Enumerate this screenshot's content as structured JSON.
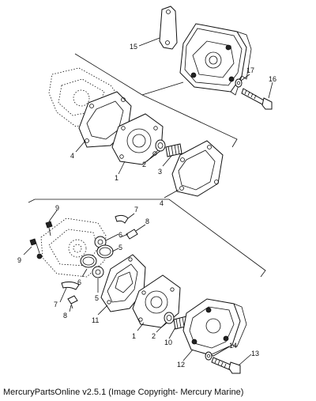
{
  "caption": "MercuryPartsOnline v2.5.1 (Image Copyright- Mercury Marine)",
  "callouts": {
    "c15": "15",
    "c17": "17",
    "c16": "16",
    "c4a": "4",
    "c1a": "1",
    "c2a": "2",
    "c3": "3",
    "c4b": "4",
    "c9a": "9",
    "c9b": "9",
    "c7a": "7",
    "c8a": "8",
    "c6a": "6",
    "c5a": "5",
    "c6b": "6",
    "c5b": "5",
    "c7b": "7",
    "c8b": "8",
    "c11": "11",
    "c1b": "1",
    "c2b": "2",
    "c10": "10",
    "c14": "14",
    "c13": "13",
    "c12": "12"
  }
}
